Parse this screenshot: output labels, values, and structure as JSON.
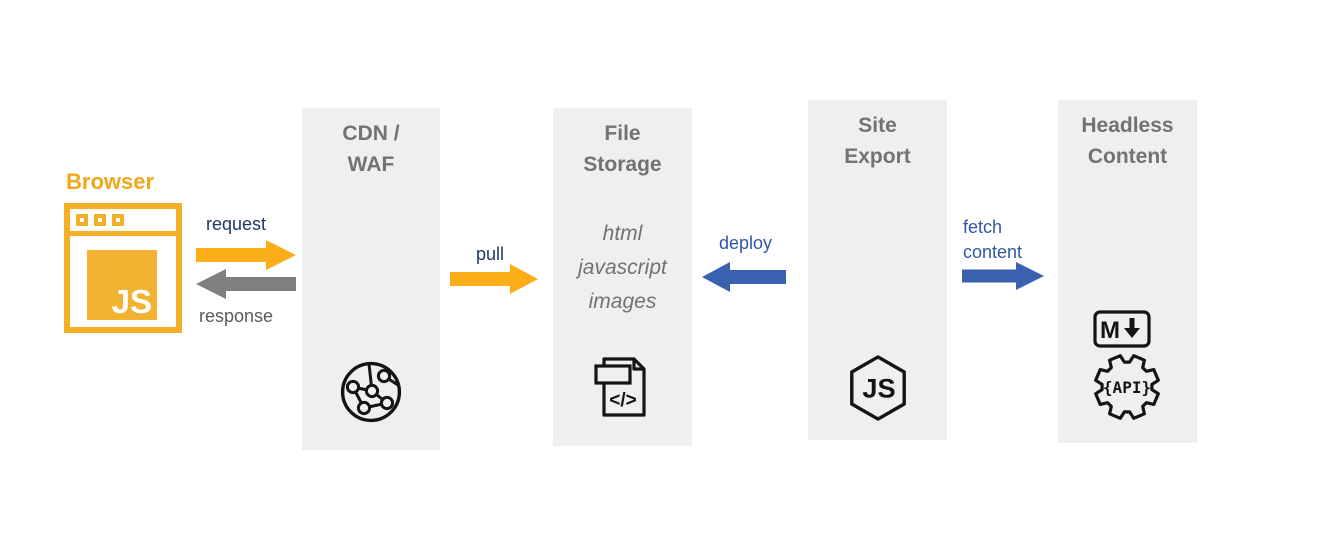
{
  "browser": {
    "label": "Browser",
    "logo_text": "JS",
    "icon": "browser-window-icon"
  },
  "arrows": [
    {
      "id": "request",
      "label": "request",
      "direction": "right",
      "arrow_color": "#FBAE17",
      "label_color": "#1F3864"
    },
    {
      "id": "response",
      "label": "response",
      "direction": "left",
      "arrow_color": "#7F7F7F",
      "label_color": "#595959"
    },
    {
      "id": "pull",
      "label": "pull",
      "direction": "right",
      "arrow_color": "#FBAE17",
      "label_color": "#1F3864"
    },
    {
      "id": "deploy",
      "label": "deploy",
      "direction": "left",
      "arrow_color": "#3A61B0",
      "label_color": "#2E57A6"
    },
    {
      "id": "fetch-content",
      "label_line1": "fetch",
      "label_line2": "content",
      "direction": "right",
      "arrow_color": "#3A61B0",
      "label_color": "#2E57A6"
    }
  ],
  "columns": [
    {
      "id": "cdn-waf",
      "title_line1": "CDN /",
      "title_line2": "WAF",
      "items": [],
      "icons": [
        "globe-network-icon"
      ]
    },
    {
      "id": "file-storage",
      "title_line1": "File",
      "title_line2": "Storage",
      "items": [
        "html",
        "javascript",
        "images"
      ],
      "icons": [
        "file-code-icon"
      ]
    },
    {
      "id": "site-export",
      "title_line1": "Site",
      "title_line2": "Export",
      "items": [],
      "icons": [
        "nodejs-icon"
      ]
    },
    {
      "id": "headless-content",
      "title_line1": "Headless",
      "title_line2": "Content",
      "items": [],
      "icons": [
        "markdown-icon",
        "api-gear-icon"
      ]
    }
  ],
  "icon_texts": {
    "file_code": "</>",
    "nodejs": "JS",
    "markdown": "M",
    "api_gear": "{API}"
  },
  "colors": {
    "gold": "#FBAE17",
    "browser_gold": "#F2AE24",
    "blue": "#3A61B0",
    "navy_label": "#1F3864",
    "gray_arrow": "#7F7F7F",
    "gray_label": "#595959",
    "column_title": "#767171",
    "column_bg": "#EFEFEF",
    "icon_black": "#141414",
    "background": "#FFFFFF"
  }
}
